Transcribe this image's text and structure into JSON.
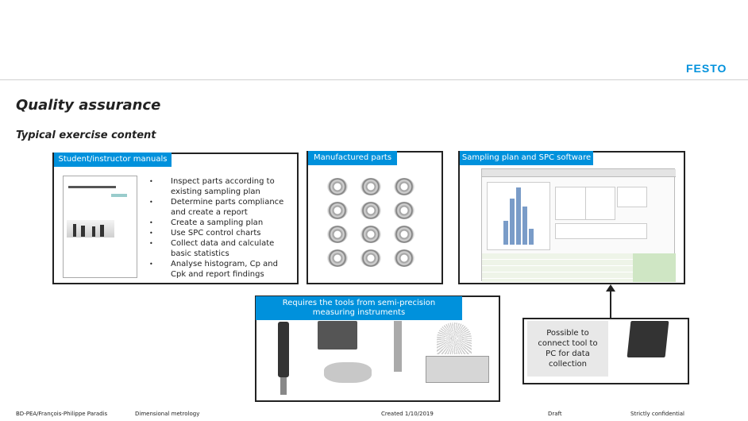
{
  "header": {
    "logo_text": "FESTO"
  },
  "title": "Quality assurance",
  "subtitle": "Typical exercise content",
  "manuals": {
    "label": "Student/instructor manuals",
    "bullets": [
      "Inspect parts according to existing sampling plan",
      "Determine parts compliance and create a report",
      "Create a sampling plan",
      "Use SPC control charts",
      "Collect data and calculate basic statistics",
      "Analyse histogram, Cp and Cpk and report findings"
    ]
  },
  "parts": {
    "label": "Manufactured parts"
  },
  "software": {
    "label": "Sampling plan and SPC software"
  },
  "tools": {
    "label": "Requires the tools from semi-precision measuring instruments"
  },
  "connect": {
    "label": "Possible to connect tool to PC for data collection"
  },
  "footer": {
    "author": "BD-PEA/François-Philippe Paradis",
    "topic": "Dimensional metrology",
    "created": "Created 1/10/2019",
    "status": "Draft",
    "confidentiality": "Strictly confidential"
  },
  "colors": {
    "accent": "#0091dc",
    "border": "#222222"
  }
}
